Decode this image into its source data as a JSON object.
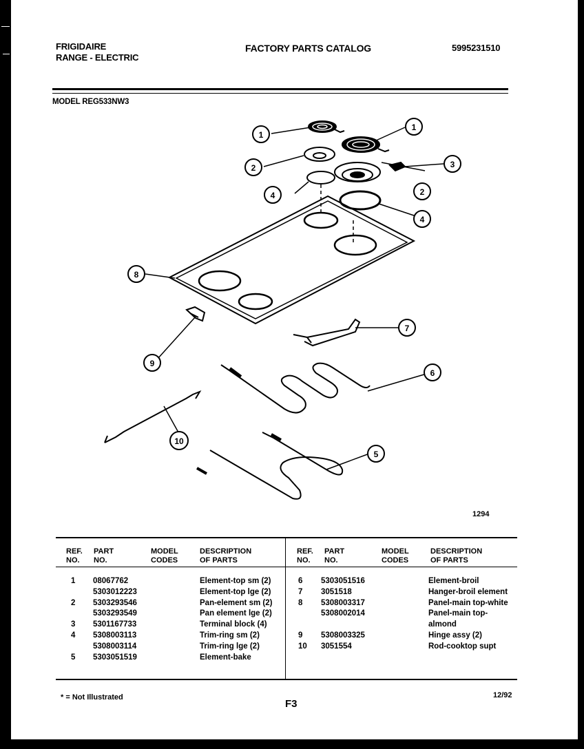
{
  "header": {
    "brand": "FRIGIDAIRE",
    "category": "RANGE - ELECTRIC",
    "catalog_title": "FACTORY PARTS CATALOG",
    "catalog_number": "5995231510",
    "model_label": "MODEL REG533NW3"
  },
  "diagram": {
    "callouts": [
      "1",
      "1",
      "2",
      "2",
      "3",
      "4",
      "4",
      "8",
      "7",
      "6",
      "9",
      "10",
      "5"
    ],
    "drawing_number": "1294"
  },
  "table": {
    "headers": {
      "ref": "REF.",
      "ref2": "NO.",
      "part": "PART",
      "part2": "NO.",
      "model": "MODEL",
      "model2": "CODES",
      "desc": "DESCRIPTION",
      "desc2": "OF PARTS"
    },
    "left": {
      "ref": [
        "1",
        "",
        "2",
        "",
        "3",
        "4",
        "",
        "5"
      ],
      "part": [
        "08067762",
        "5303012223",
        "5303293546",
        "5303293549",
        "5301167733",
        "5308003113",
        "5308003114",
        "5303051519"
      ],
      "desc": [
        "Element-top sm (2)",
        "Element-top lge (2)",
        "Pan-element sm (2)",
        "Pan element lge (2)",
        "Terminal block (4)",
        "Trim-ring sm (2)",
        "Trim-ring lge (2)",
        "Element-bake"
      ]
    },
    "right": {
      "ref": [
        "6",
        "7",
        "8",
        "",
        "",
        "9",
        "10"
      ],
      "part": [
        "5303051516",
        "3051518",
        "5308003317",
        "5308002014",
        "",
        "5308003325",
        "3051554"
      ],
      "desc": [
        "Element-broil",
        "Hanger-broil element",
        "Panel-main top-white",
        "Panel-main top-",
        "almond",
        "Hinge assy (2)",
        "Rod-cooktop supt"
      ]
    }
  },
  "footer": {
    "note": "* = Not Illustrated",
    "page": "F3",
    "date": "12/92"
  }
}
